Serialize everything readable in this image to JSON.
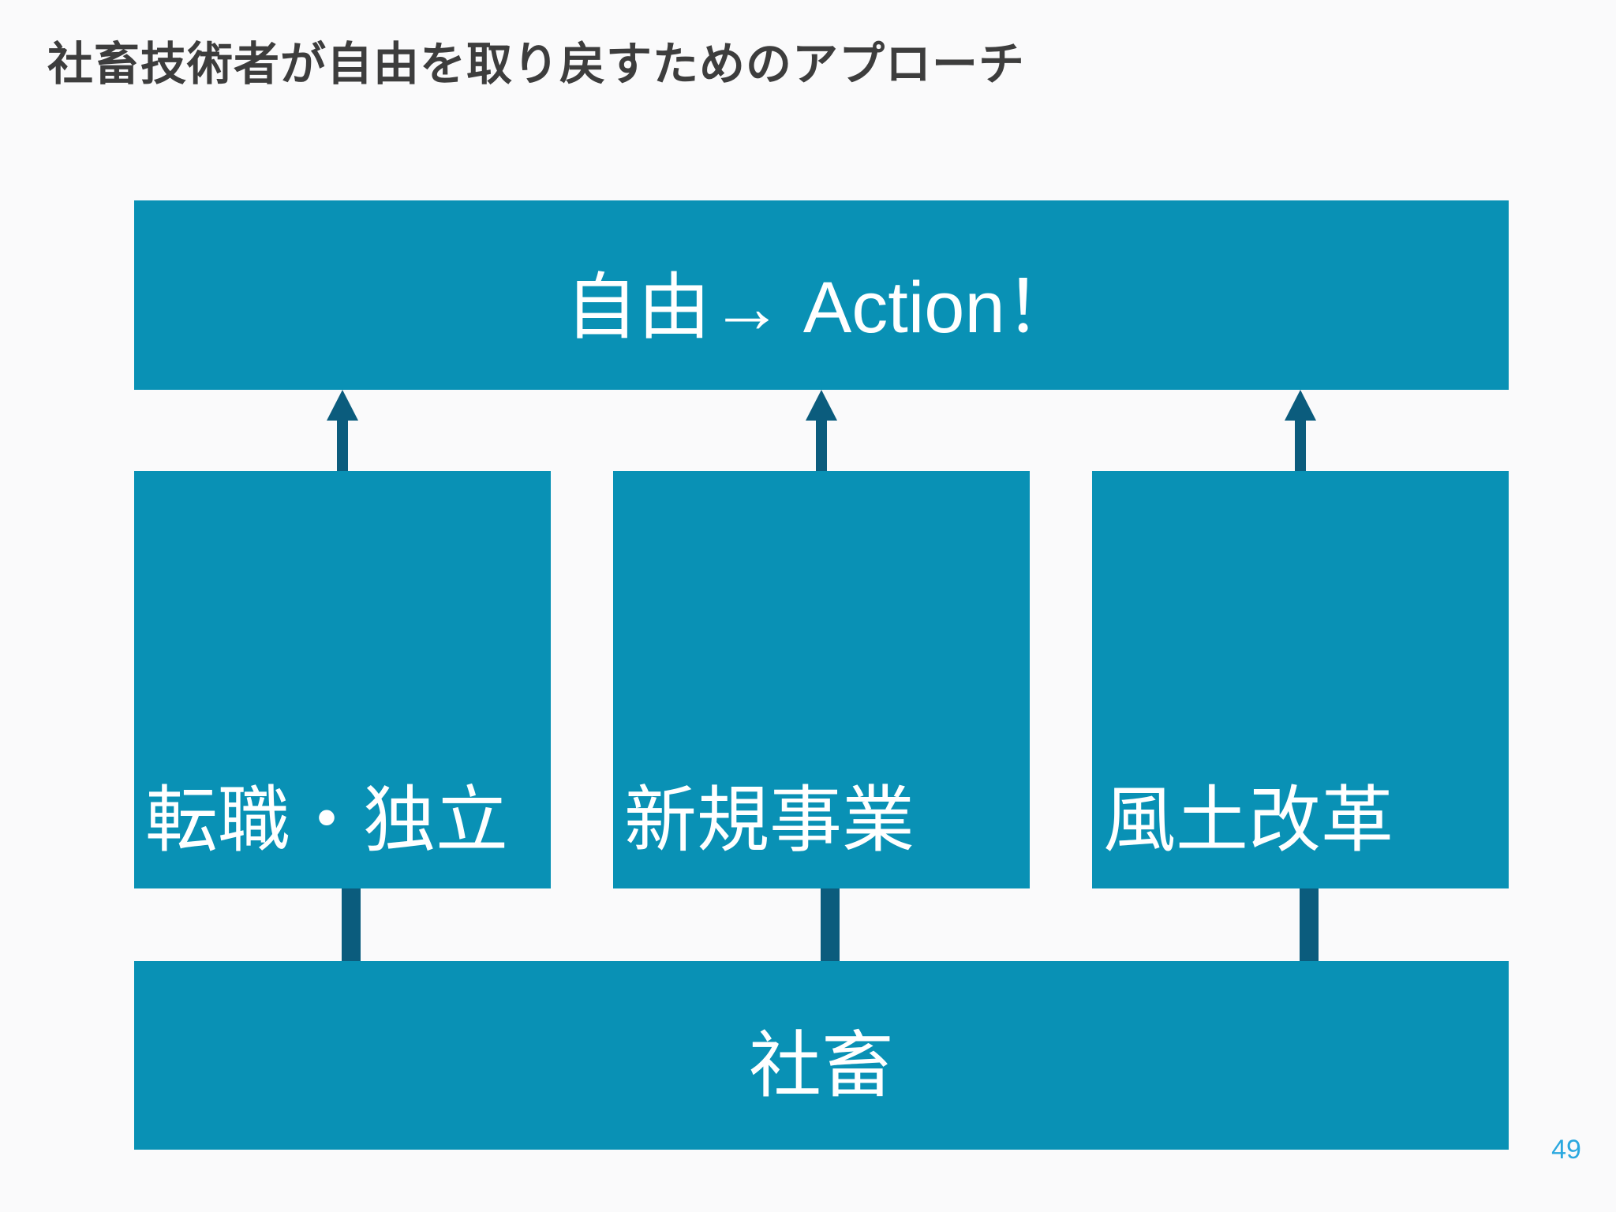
{
  "slide": {
    "title": "社畜技術者が自由を取り戻すためのアプローチ",
    "page_number": "49"
  },
  "diagram": {
    "goal_box": {
      "label": "自由→ Action！"
    },
    "approach_boxes": [
      {
        "label": "転職・独立"
      },
      {
        "label": "新規事業"
      },
      {
        "label": "風土改革"
      }
    ],
    "base_box": {
      "label": "社畜"
    },
    "connections": {
      "up_arrows": "each approach box points up to goal box",
      "base_links": "base box connects up to each approach box"
    },
    "colors": {
      "box_fill": "#0991b5",
      "connector": "#0b5c7d",
      "box_text": "#ffffff",
      "title_text": "#3d3d3d",
      "page_number": "#2aa8df",
      "background": "#fafafb"
    }
  }
}
